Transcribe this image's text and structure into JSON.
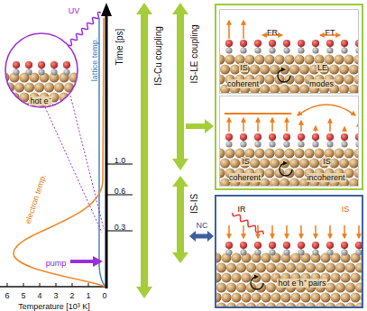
{
  "diagram": {
    "nodes": [
      {
        "text": [
          "hot e⁻"
        ]
      },
      {
        "text": []
      },
      {
        "text": [
          "IS coherent",
          "LE modes",
          "FR",
          "FT"
        ],
        "in": 1
      },
      {
        "text": [
          "IS coherent",
          "IS incoherent"
        ],
        "in": 1
      },
      {
        "text": [
          "IR",
          "IS",
          "hot e⁻h⁺ pairs"
        ]
      }
    ],
    "labels": [
      "UV",
      "lattice temp.",
      "Time [ps]",
      "1.0",
      "0.6",
      "0.3",
      "electron temp.",
      "pump",
      "IS-Cu coupling",
      "IS-LE coupling",
      "IS-IS",
      "NC",
      "6",
      "5",
      "4",
      "3",
      "2",
      "1",
      "0",
      "Temperature [10³ K]"
    ]
  }
}
